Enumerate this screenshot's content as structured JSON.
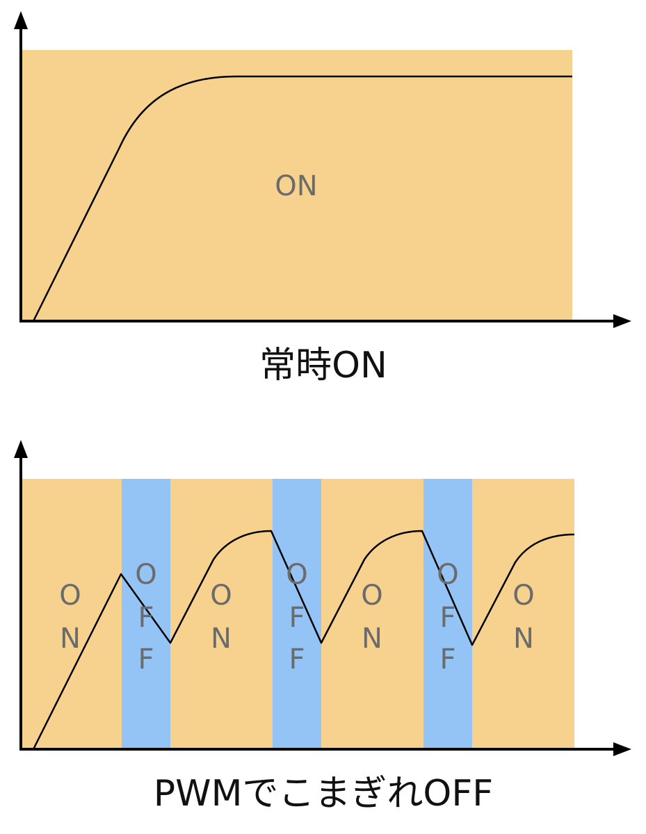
{
  "colors": {
    "on": "#f7d28e",
    "off": "#94c4f5",
    "axis": "#000000",
    "label": "#6b6b6b"
  },
  "top_diagram": {
    "caption": "常時ON",
    "on_label": "ON"
  },
  "bottom_diagram": {
    "caption": "PWMでこまぎれOFF",
    "on_label_lines": [
      "O",
      "N"
    ],
    "off_label_lines": [
      "O",
      "F",
      "F"
    ]
  }
}
